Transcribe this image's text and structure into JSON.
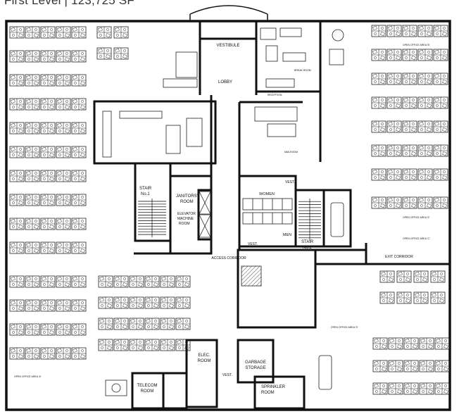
{
  "header": {
    "title": "First Level | 123,725 SF"
  },
  "rooms": {
    "vestibule": "VESTIBULE",
    "lobby": "LOBBY",
    "women": "WOMEN",
    "men": "MEN",
    "janitors": "JANITORS'",
    "janitors_2": "ROOM",
    "elevator": "ELEVATOR",
    "elevator_2": "MACHINE",
    "elevator_3": "ROOM",
    "stair1": "STAIR",
    "stair1_2": "No.1",
    "stair2": "STAIR",
    "stair2_2": "No.2",
    "access_corridor": "ACCESS CORRIDOR",
    "exit_corridor": "EXIT CORRIDOR",
    "elec": "ELEC.",
    "elec_2": "ROOM",
    "garbage": "GARBAGE",
    "garbage_2": "STORAGE",
    "sprinkler": "SPRINKLER",
    "sprinkler_2": "ROOM",
    "telecom": "TELECOM",
    "telecom_2": "ROOM",
    "vest_a": "VEST.",
    "vest_b": "VEST.",
    "vest_c": "VEST.",
    "reception": "RECEPTION",
    "break_room": "BREAK ROOM",
    "mailroom": "MAILROOM",
    "open_office_a": "OPEN OFFICE AREA 'A'",
    "open_office_b": "OPEN OFFICE AREA 'B'",
    "open_office_c": "OPEN OFFICE AREA 'C'",
    "open_office_d": "OPEN OFFICE AREA 'D'",
    "open_office_e": "OPEN OFFICE AREA 'E'"
  }
}
